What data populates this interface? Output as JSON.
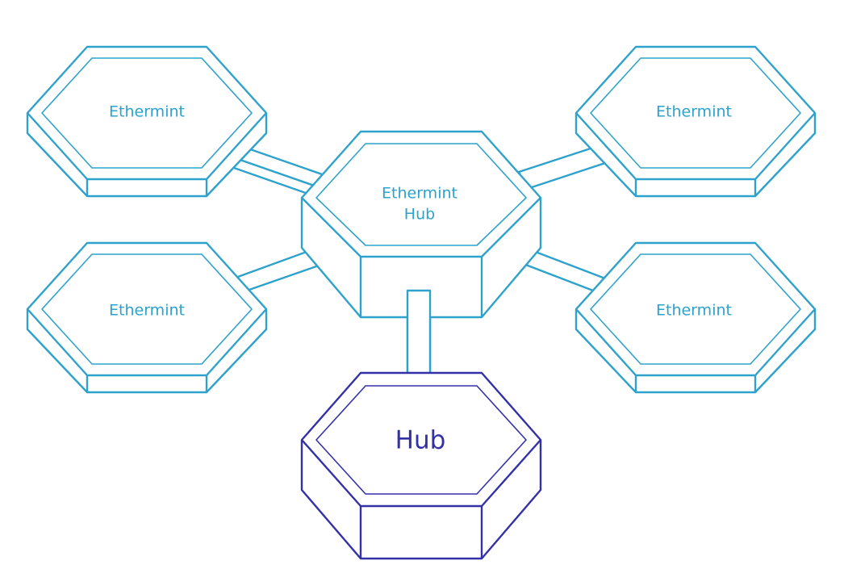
{
  "diagram": {
    "colors": {
      "primary": "#2ea2cc",
      "hub": "#3431a8",
      "background": "#ffffff"
    },
    "center_node": {
      "label_line1": "Ethermint",
      "label_line2": "Hub"
    },
    "zones": [
      {
        "label": "Ethermint"
      },
      {
        "label": "Ethermint"
      },
      {
        "label": "Ethermint"
      },
      {
        "label": "Ethermint"
      }
    ],
    "hub_node": {
      "label": "Hub"
    }
  }
}
